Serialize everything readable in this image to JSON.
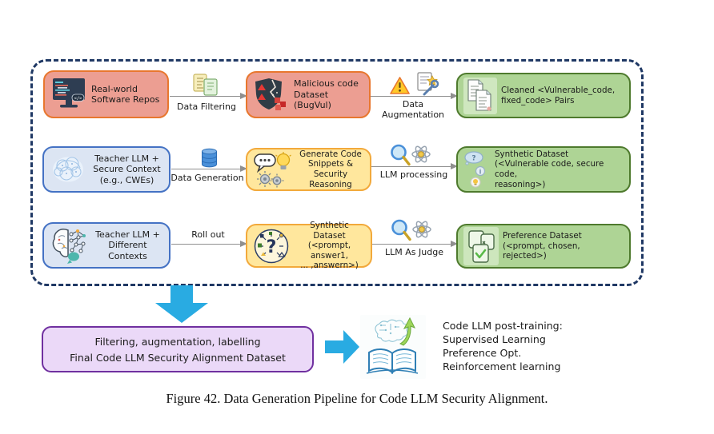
{
  "figure": {
    "caption": "Figure 42. Data Generation Pipeline for Code LLM Security Alignment."
  },
  "pipeline": {
    "row1": {
      "source": "Real-world\nSoftware Repos",
      "step1": "Data Filtering",
      "middle": "Malicious code\nDataset (BugVul)",
      "step2": "Data\nAugmentation",
      "result": "Cleaned <Vulnerable_code,\nfixed_code> Pairs"
    },
    "row2": {
      "source": "Teacher LLM +\nSecure Context\n(e.g., CWEs)",
      "step1": "Data Generation",
      "middle": "Generate Code\nSnippets & Security\nReasoning",
      "step2": "LLM processing",
      "result": "Synthetic Dataset\n(<Vulnerable code, secure code,\nreasoning>)"
    },
    "row3": {
      "source": "Teacher LLM +\nDifferent Contexts",
      "step1": "Roll out",
      "middle": "Synthetic Dataset\n(<prompt, answer1,\n... ,answern>)",
      "step2": "LLM As Judge",
      "result": "Preference Dataset\n(<prompt, chosen, rejected>)"
    }
  },
  "bottom": {
    "final_line1": "Filtering, augmentation,  labelling",
    "final_line2": "Final Code LLM Security Alignment Dataset",
    "post_training": "Code LLM post-training:\nSupervised Learning\nPreference Opt.\nReinforcement learning"
  },
  "icons": {
    "monitor-code-icon": "dark monitor showing code",
    "filter-documents-icon": "two filtered documents",
    "broken-shield-icon": "cracked shield with alerts and malware cubes",
    "warning-triangle-icon": "orange alert triangle",
    "augment-tools-icon": "document with star and wrench",
    "cleaned-pairs-docs-icon": "two cleaned documents on green tile",
    "teacher-brain-icon": "sketched brain",
    "database-icon": "stacked database cylinders",
    "chat-bulb-gears-icon": "speech bubble, lightbulb, gears",
    "magnifier-icon": "magnifying glass",
    "atom-icon": "atom orbitals",
    "thought-question-icon": "thought bubble ?, info dot, lightbulb",
    "brain-network-icon": "brain with network graph and speech bubble",
    "question-rollout-icon": "circle with ? and branching options",
    "preference-check-docs-icon": "stacked documents with green check",
    "book-ai-icon": "open book with circuit brain and growth arrow",
    "down-arrow-icon": "large cyan down arrow",
    "right-arrow-icon": "large cyan right arrow"
  },
  "colors": {
    "red_fill": "#EC9E92",
    "red_border": "#E8772E",
    "blue_fill": "#DCE5F3",
    "blue_border": "#4472C4",
    "yellow_fill": "#FFE79D",
    "yellow_border": "#F2A93B",
    "green_fill": "#AED495",
    "green_border": "#4E7A2D",
    "purple_fill": "#EBD9F8",
    "purple_border": "#7030A0",
    "frame": "#1F3864",
    "cyan": "#29ABE2",
    "connector": "#8f8f8f"
  }
}
